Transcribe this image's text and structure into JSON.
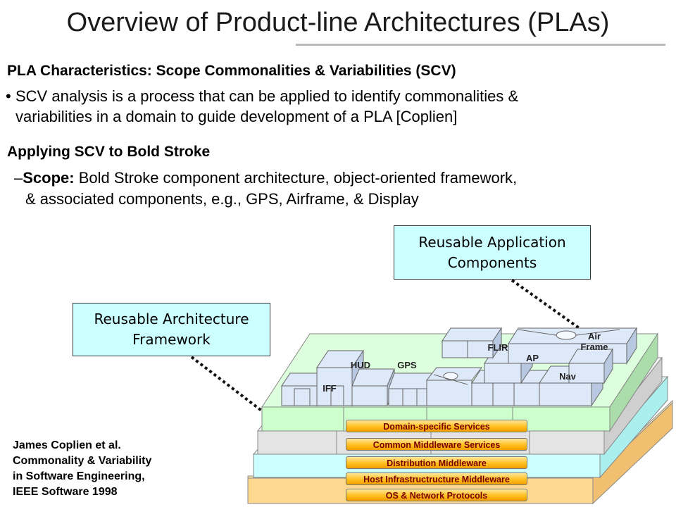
{
  "title": "Overview of Product-line Architectures (PLAs)",
  "section1": {
    "heading": "PLA Characteristics: Scope Commonalities & Variabilities (SCV)",
    "bullet_line1": "SCV analysis is a process that can be applied to identify commonalities &",
    "bullet_line2": "variabilities in a domain to guide development of a PLA [Coplien]"
  },
  "section2": {
    "heading": "Applying SCV to Bold Stroke",
    "scope_label": "Scope:",
    "scope_line1_rest": " Bold Stroke component architecture, object-oriented framework,",
    "scope_line2": "& associated components, e.g., GPS, Airframe, & Display"
  },
  "callouts": {
    "app_line1": "Reusable Application",
    "app_line2": "Components",
    "arch_line1": "Reusable Architecture",
    "arch_line2": "Framework"
  },
  "components": {
    "iff": "IFF",
    "hud": "HUD",
    "gps": "GPS",
    "flir": "FLIR",
    "ap": "AP",
    "nav": "Nav",
    "air_line1": "Air",
    "air_line2": "Frame"
  },
  "layers": [
    "Domain-specific Services",
    "Common Middleware Services",
    "Distribution Middleware",
    "Host Infrastructructure Middleware",
    "OS & Network Protocols"
  ],
  "citation": {
    "line1": "James Coplien et al.",
    "line2": "Commonality & Variability",
    "line3": "in Software Engineering,",
    "line4": "IEEE Software 1998"
  },
  "colors": {
    "callout_fill": "#ccffff",
    "layer_os": "#ffd890",
    "layer_host": "#ccffff",
    "layer_common": "#e4e4e4",
    "layer_domain": "#ccffcc",
    "components": "#dde8f8",
    "label_text": "#7a0000"
  }
}
